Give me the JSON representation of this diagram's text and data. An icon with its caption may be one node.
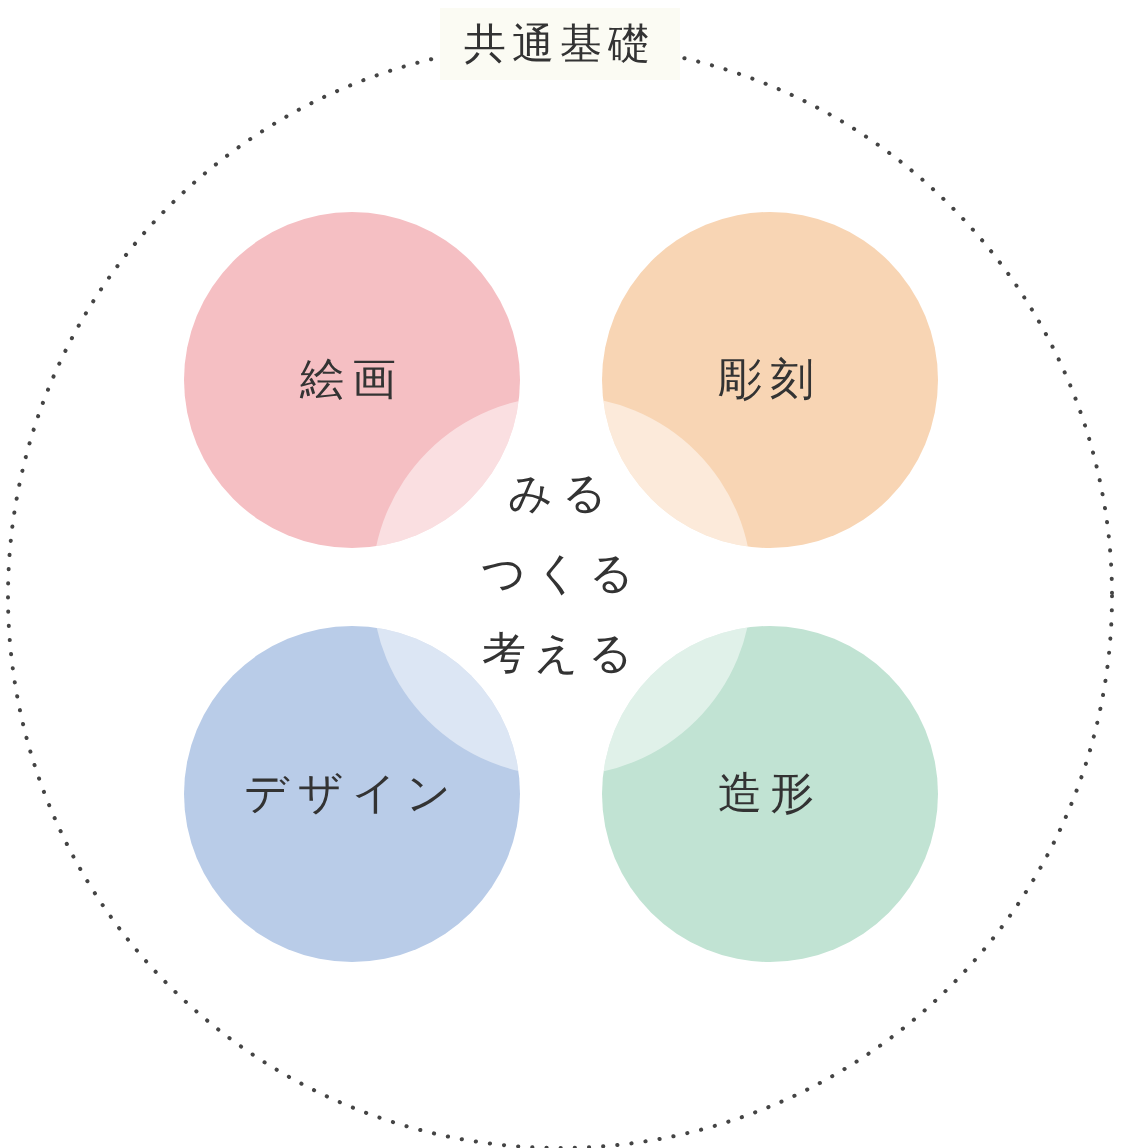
{
  "diagram": {
    "nodes": [
      {
        "text": [
          "共通基礎"
        ]
      },
      {
        "text": [
          "絵画"
        ],
        "in": 0
      },
      {
        "text": [
          "彫刻"
        ],
        "in": 0
      },
      {
        "text": [
          "デザイン"
        ],
        "in": 0
      },
      {
        "text": [
          "造形"
        ],
        "in": 0
      }
    ],
    "edges": [],
    "labels": [
      "みる",
      "つくる",
      "考える"
    ]
  }
}
